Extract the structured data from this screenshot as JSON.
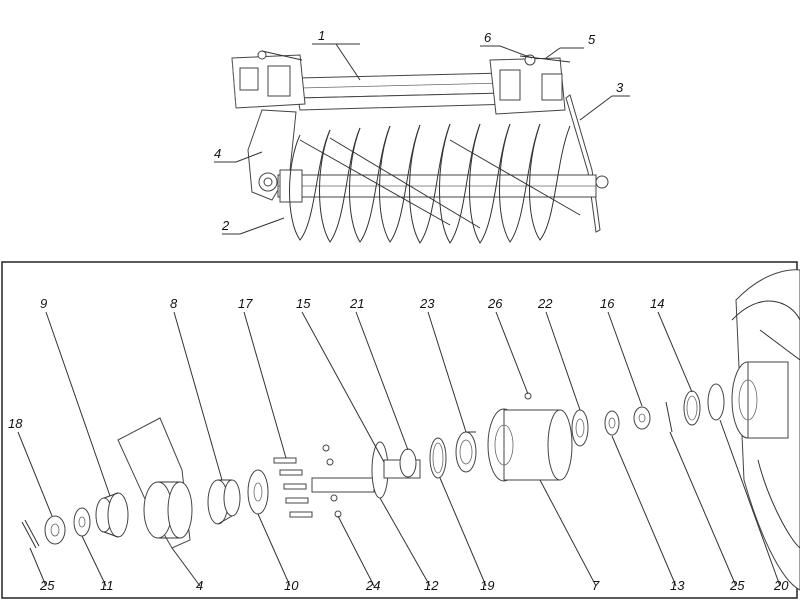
{
  "top_view": {
    "labels": [
      "1",
      "6",
      "5",
      "3",
      "4",
      "2"
    ]
  },
  "exploded_view": {
    "labels_top": [
      "9",
      "8",
      "17",
      "15",
      "21",
      "23",
      "26",
      "22",
      "16",
      "14"
    ],
    "labels_bottom": [
      "25",
      "11",
      "4",
      "10",
      "24",
      "12",
      "19",
      "7",
      "13",
      "25",
      "20"
    ],
    "labels_left": [
      "18"
    ]
  }
}
